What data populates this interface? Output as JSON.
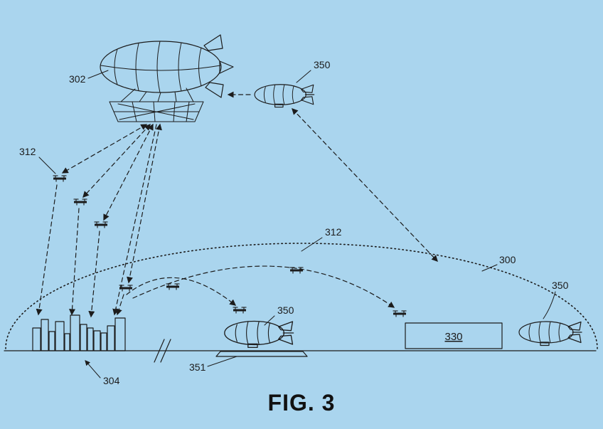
{
  "colors": {
    "background": "#aad5ee",
    "ink": "#1c1c1c"
  },
  "diagram": {
    "caption": "FIG. 3",
    "labels": {
      "airship": "302",
      "uav_left": "312",
      "uav_dome": "312",
      "coverage": "300",
      "city": "304",
      "shuttle_top": "350",
      "shuttle_ground": "350",
      "shuttle_right": "350",
      "platform": "351",
      "station": "330"
    }
  }
}
